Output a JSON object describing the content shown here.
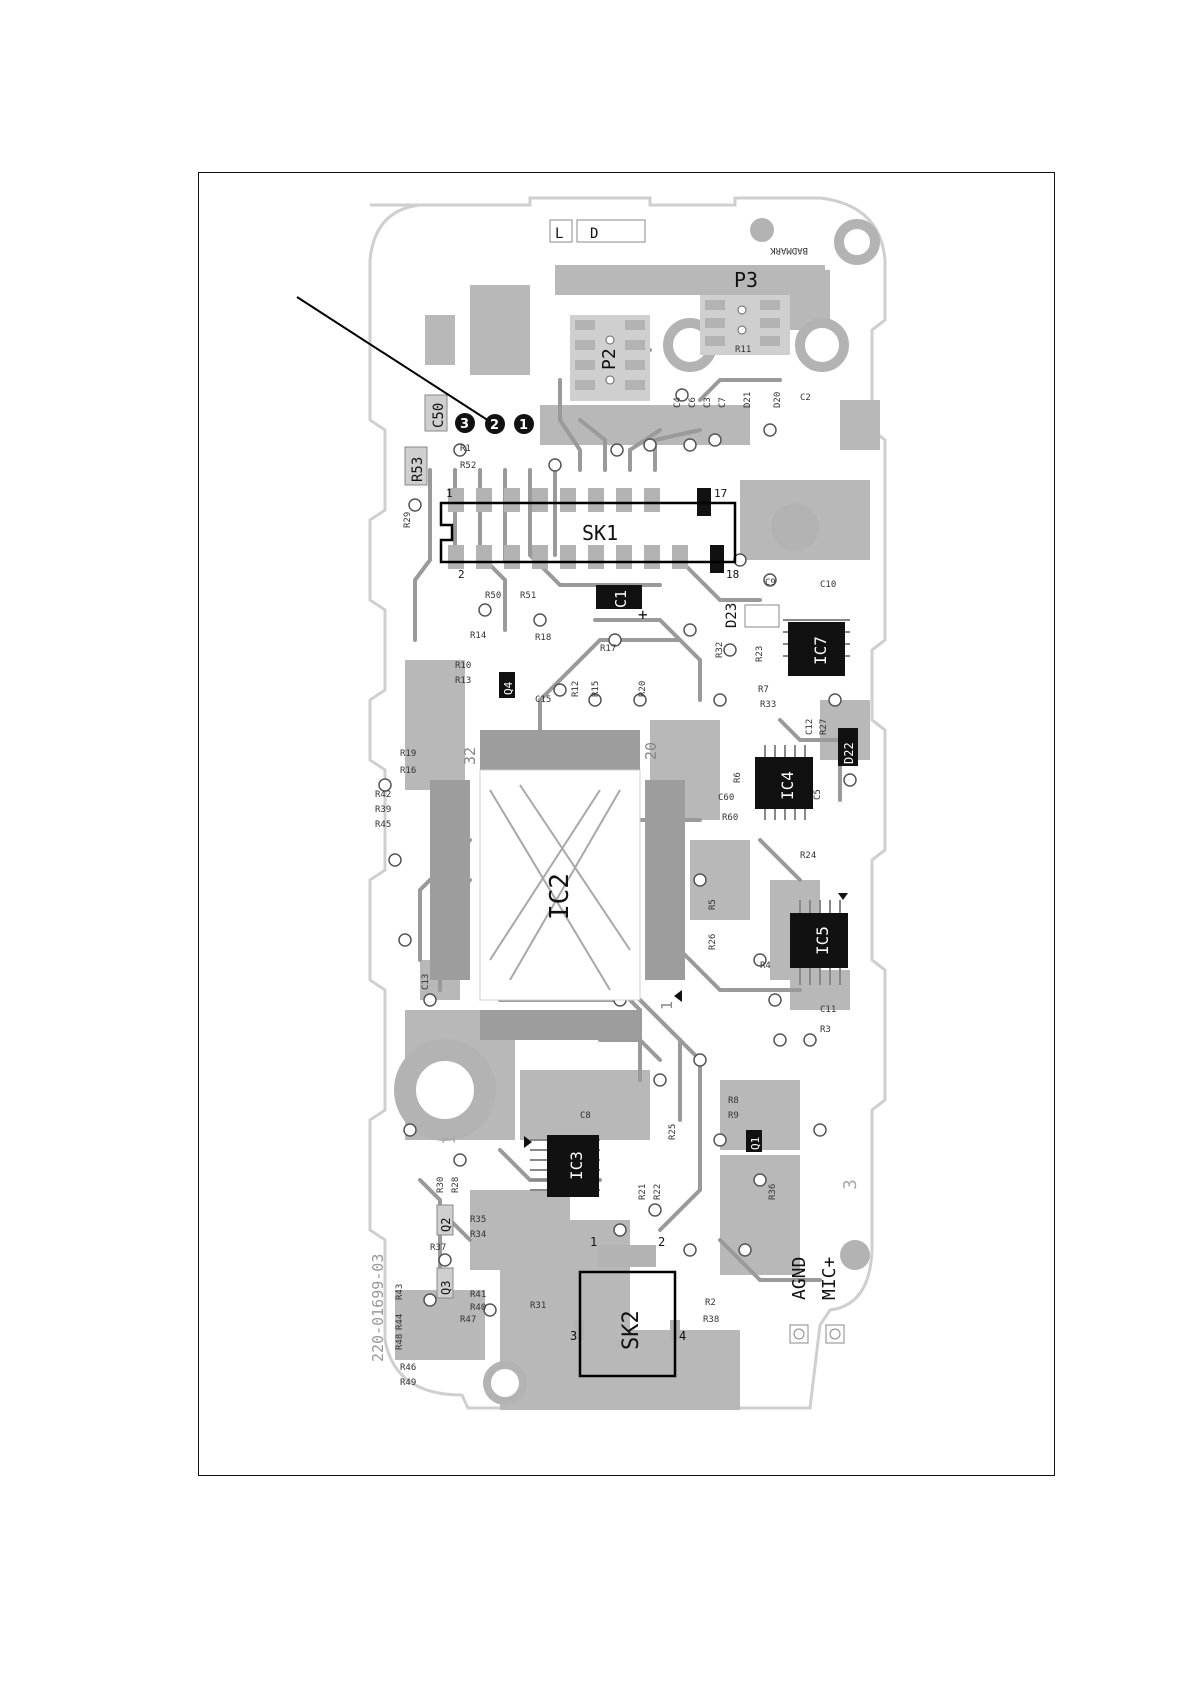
{
  "board": {
    "part_number": "220-01699-03",
    "badmark": "BADMARK",
    "corner_l": "L",
    "corner_d": "D",
    "pin_1": "1",
    "pin_3": "3"
  },
  "pointer": {
    "badges": [
      "3",
      "2",
      "1"
    ]
  },
  "connectors": {
    "sk1": {
      "label": "SK1",
      "pins": [
        "1",
        "2",
        "17",
        "18"
      ]
    },
    "sk2": {
      "label": "SK2",
      "pins": [
        "1",
        "2",
        "3",
        "4"
      ]
    },
    "p2": {
      "label": "P2"
    },
    "p3": {
      "label": "P3"
    }
  },
  "ics": {
    "ic1": "C1",
    "ic2": "IC2",
    "ic2_pins": [
      "32",
      "20",
      "1"
    ],
    "ic3": "IC3",
    "ic4": "IC4",
    "ic5": "IC5",
    "ic7": "IC7",
    "q4": "Q4",
    "q1": "Q1",
    "q2": "Q2",
    "q3": "Q3",
    "d22": "D22",
    "d23": "D23",
    "c50": "C50",
    "r53": "R53"
  },
  "small_labels": [
    "R1",
    "R52",
    "R29",
    "R50",
    "R51",
    "R14",
    "R10",
    "R13",
    "R18",
    "R17",
    "R12",
    "R15",
    "R20",
    "C15",
    "R32",
    "R23",
    "R7",
    "R33",
    "C12",
    "R27",
    "R6",
    "C60",
    "R60",
    "C5",
    "R24",
    "R19",
    "R16",
    "R42",
    "R39",
    "R45",
    "C13",
    "R5",
    "R26",
    "R4",
    "C11",
    "R3",
    "C8",
    "R25",
    "R8",
    "R9",
    "R30",
    "R28",
    "R35",
    "R34",
    "R37",
    "R43",
    "R41",
    "R40",
    "R44",
    "R48",
    "R47",
    "R46",
    "R49",
    "R31",
    "R2",
    "R38",
    "R36",
    "R21",
    "R22",
    "C4",
    "C6",
    "C3",
    "C7",
    "D21",
    "D20",
    "R11",
    "C9",
    "C10",
    "C2"
  ],
  "signals": {
    "agnd": "AGND",
    "mic": "MIC+"
  }
}
